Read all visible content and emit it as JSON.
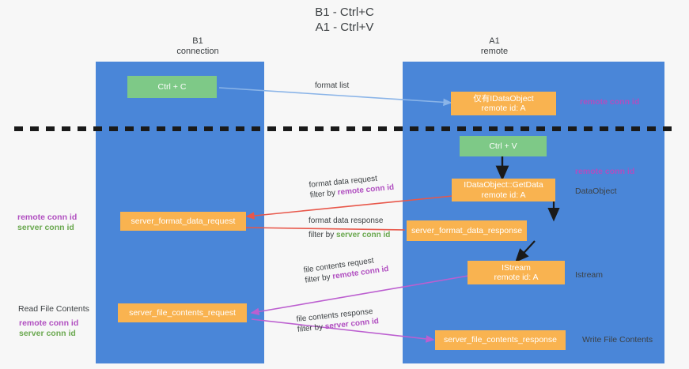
{
  "title": {
    "line1": "B1 - Ctrl+C",
    "line2": "A1 - Ctrl+V"
  },
  "columns": [
    {
      "name": "B1",
      "sub": "connection"
    },
    {
      "name": "A1",
      "sub": "remote"
    }
  ],
  "colors": {
    "lane": "#4a86d8",
    "green_box": "#7ec987",
    "orange_box": "#f9b350",
    "remote_conn_id": "#b04ec0",
    "server_conn_id": "#6aa84f",
    "arrow_blue": "#8ab4e8",
    "arrow_red": "#e8574a",
    "arrow_purple": "#bc5fd0",
    "arrow_black": "#1a1a1a",
    "divider": "#1a1a1a",
    "background": "#f7f7f7"
  },
  "boxes": {
    "ctrl_c": {
      "line1": "Ctrl + C"
    },
    "idataobject_top": {
      "line1": "仅有IDataObject",
      "line2": "remote id: A"
    },
    "ctrl_v": {
      "line1": "Ctrl + V"
    },
    "getdata": {
      "line1": "IDataObject::GetData",
      "line2": "remote id: A"
    },
    "server_format_data_request": {
      "line1": "server_format_data_request"
    },
    "server_format_data_response": {
      "line1": "server_format_data_response"
    },
    "istream": {
      "line1": "IStream",
      "line2": "remote id: A"
    },
    "server_file_contents_request": {
      "line1": "server_file_contents_request"
    },
    "server_file_contents_response": {
      "line1": "server_file_contents_response"
    }
  },
  "edges": {
    "format_list": {
      "text": "format list"
    },
    "format_data_request": {
      "text": "format data request",
      "filter_prefix": "filter by ",
      "filter_key": "remote conn id"
    },
    "format_data_response": {
      "text": "format data response",
      "filter_prefix": "filter by ",
      "filter_key": "server conn id"
    },
    "file_contents_request": {
      "text": "file contents request",
      "filter_prefix": "filter by ",
      "filter_key": "remote conn id"
    },
    "file_contents_response": {
      "text": "file contents response",
      "filter_prefix": "filter by ",
      "filter_key": "server conn id"
    }
  },
  "side_labels": {
    "right_remote_conn_id_top": "remote conn id",
    "right_remote_conn_id_mid": "remote conn id",
    "right_dataobject": "DataObject",
    "right_istream": "Istream",
    "right_write_file_contents": "Write File Contents",
    "left_remote_conn_id_mid": "remote conn id",
    "left_server_conn_id_mid": "server conn id",
    "left_read_file_contents": "Read File Contents",
    "left_remote_conn_id_bottom": "remote conn id",
    "left_server_conn_id_bottom": "server conn id"
  }
}
